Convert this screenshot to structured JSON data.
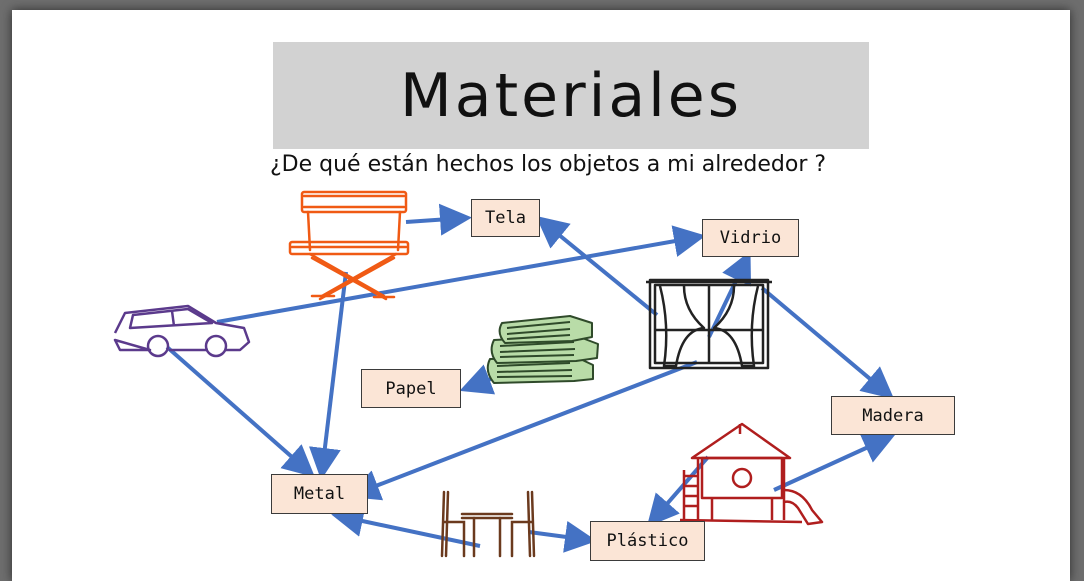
{
  "title": "Materiales",
  "subtitle": "¿De qué están hechos los objetos a mi alrededor ?",
  "materials": {
    "tela": "Tela",
    "vidrio": "Vidrio",
    "papel": "Papel",
    "madera": "Madera",
    "metal": "Metal",
    "plastico": "Plástico"
  },
  "colors": {
    "title_band": "#d2d2d2",
    "box_fill": "#fbe5d6",
    "arrow": "#4472c4",
    "chair": "#f05a14",
    "car": "#5b3a8c",
    "books": "#2f4a2a",
    "window": "#222222",
    "playhouse": "#b01e1e",
    "table": "#6b3a1e"
  },
  "icons": [
    "chair-icon",
    "car-icon",
    "books-icon",
    "window-icon",
    "playhouse-icon",
    "table-chairs-icon"
  ]
}
